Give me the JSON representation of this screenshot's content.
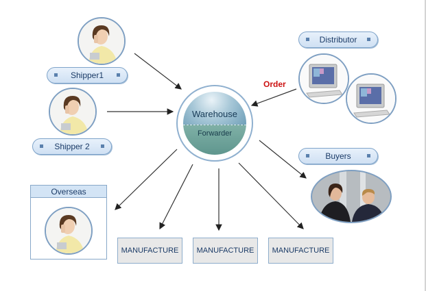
{
  "hub": {
    "top_label": "Warehouse",
    "bottom_label": "Forwarder"
  },
  "shippers": [
    {
      "label": "Shipper1"
    },
    {
      "label": "Shipper 2"
    }
  ],
  "distributor": {
    "label": "Distributor"
  },
  "order_label": "Order",
  "buyers": {
    "label": "Buyers"
  },
  "overseas": {
    "label": "Overseas"
  },
  "manufacturers": [
    {
      "label": "MANUFACTURE"
    },
    {
      "label": "MANUFACTURE"
    },
    {
      "label": "MANUFACTURE"
    }
  ],
  "colors": {
    "order": "#cc1111",
    "accent": "#7e9fc2",
    "pill_fill": "#d9e7f6",
    "hub_top": "#8ab6ca",
    "hub_bottom": "#6fa39a"
  }
}
